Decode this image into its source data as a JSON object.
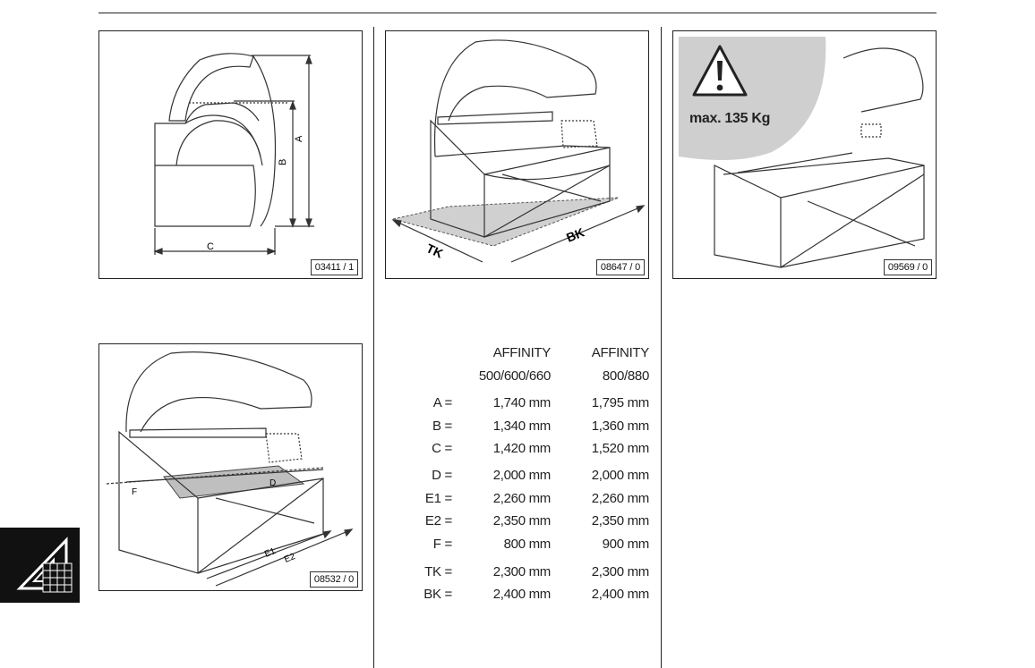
{
  "figures": {
    "fig1": {
      "number": "03411 / 1",
      "labels": {
        "A": "A",
        "B": "B",
        "C": "C"
      }
    },
    "fig2": {
      "number": "08647 / 0",
      "labels": {
        "TK": "TK",
        "BK": "BK"
      }
    },
    "fig3": {
      "number": "09569 / 0",
      "warning": "max. 135 Kg"
    },
    "fig4": {
      "number": "08532 / 0",
      "labels": {
        "D": "D",
        "F": "F",
        "E1": "E1",
        "E2": "E2"
      }
    }
  },
  "table": {
    "col1": {
      "name": "AFFINITY",
      "models": "500/600/660"
    },
    "col2": {
      "name": "AFFINITY",
      "models": "800/880"
    },
    "rows": [
      {
        "label": "A =",
        "v1": "1,740 mm",
        "v2": "1,795 mm"
      },
      {
        "label": "B =",
        "v1": "1,340 mm",
        "v2": "1,360 mm"
      },
      {
        "label": "C =",
        "v1": "1,420 mm",
        "v2": "1,520 mm"
      },
      {
        "label": "D =",
        "v1": "2,000 mm",
        "v2": "2,000 mm"
      },
      {
        "label": "E1 =",
        "v1": "2,260 mm",
        "v2": "2,260 mm"
      },
      {
        "label": "E2 =",
        "v1": "2,350 mm",
        "v2": "2,350 mm"
      },
      {
        "label": "F =",
        "v1": "800 mm",
        "v2": "900 mm"
      },
      {
        "label": "TK =",
        "v1": "2,300 mm",
        "v2": "2,300 mm"
      },
      {
        "label": "BK =",
        "v1": "2,400 mm",
        "v2": "2,400 mm"
      }
    ]
  },
  "icons": {
    "section_tab": "technical-drawing-icon",
    "warning": "warning-triangle-icon"
  }
}
